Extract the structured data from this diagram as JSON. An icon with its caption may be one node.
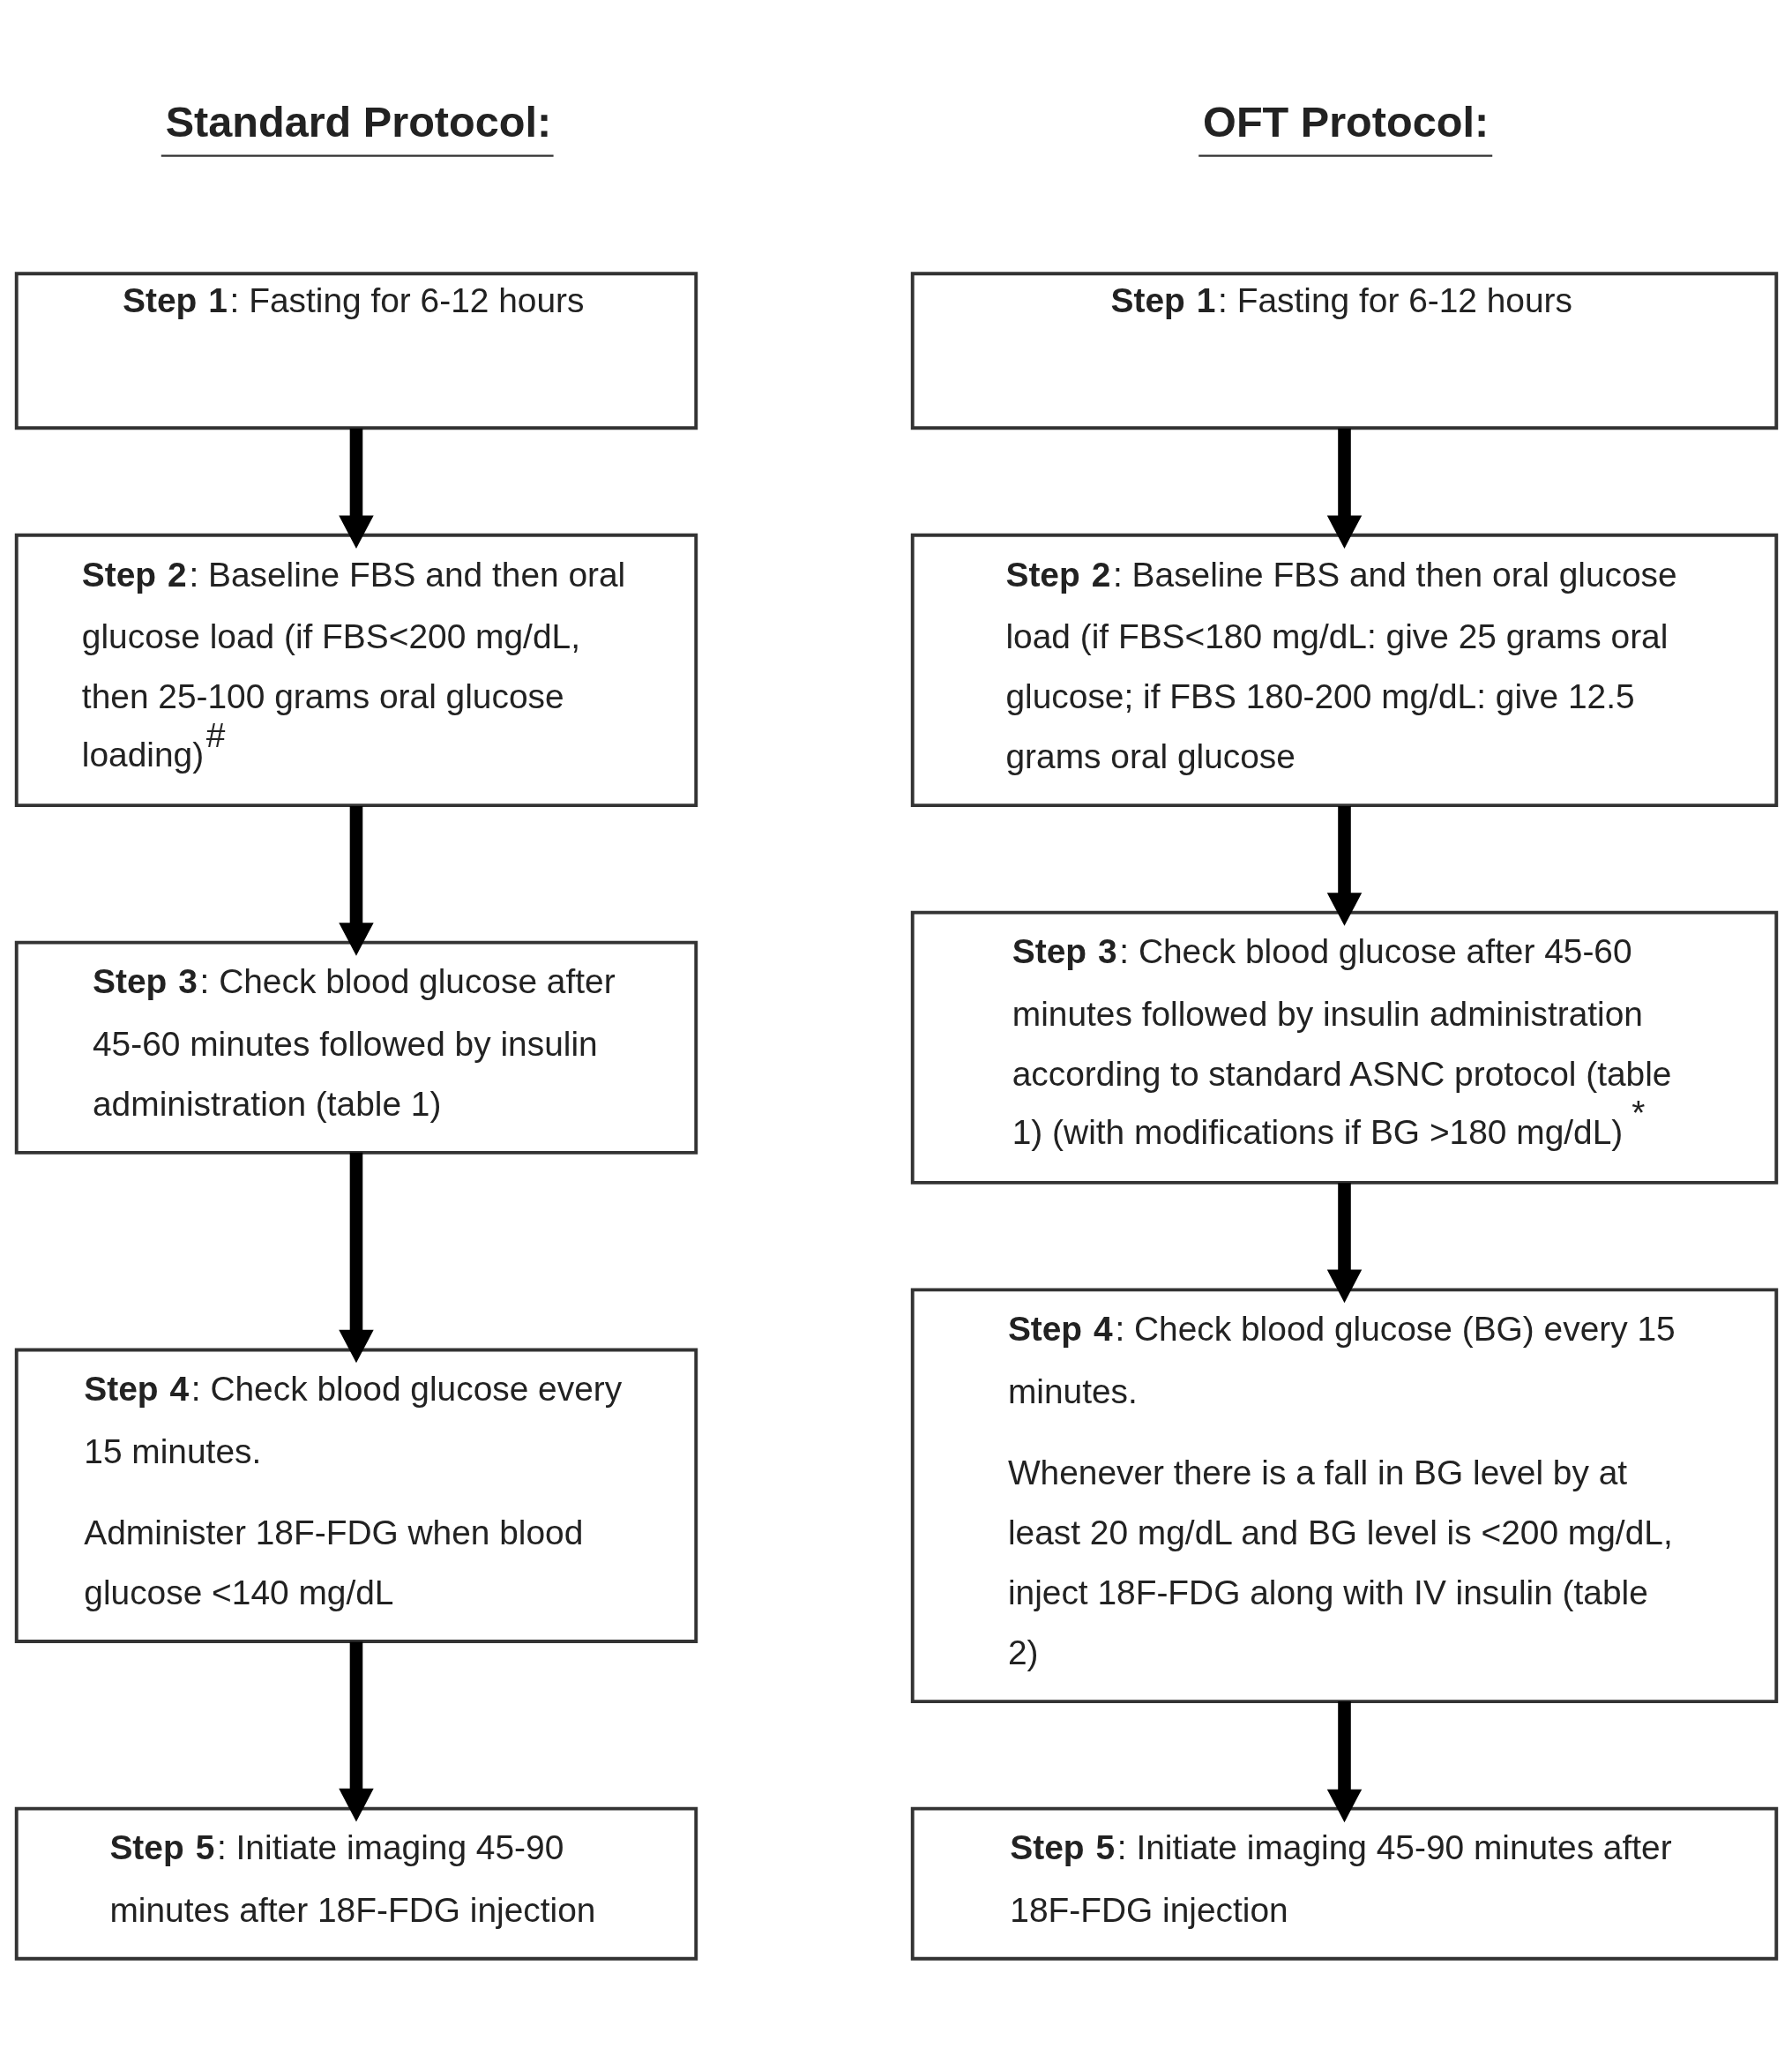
{
  "diagram": {
    "nodes": [
      {
        "text": [
          "**Step 1**: Fasting for 6-12 hours"
        ]
      },
      {
        "text": [
          "**Step 2**: Baseline FBS and then oral glucose load (if FBS<200 mg/dL, then 25-100 grams oral glucose loading)$^{#}$"
        ]
      },
      {
        "text": [
          "**Step 3**: Check blood glucose after 45-60 minutes followed by insulin administration (table 1)"
        ]
      },
      {
        "text": [
          "**Step 4**: Check blood glucose every 15 minutes.",
          "Administer 18F-FDG when blood glucose <140 mg/dL"
        ]
      },
      {
        "text": [
          "**Step 5**: Initiate imaging 45-90 minutes after 18F-FDG injection"
        ]
      },
      {
        "text": [
          "**Step 1**: Fasting for 6-12 hours"
        ]
      },
      {
        "text": [
          "**Step 2**: Baseline FBS and then oral glucose load (if FBS<180 mg/dL: give 25 grams oral glucose; if FBS 180-200 mg/dL: give 12.5 grams oral glucose"
        ]
      },
      {
        "text": [
          "**Step 3**: Check blood glucose after 45-60 minutes followed by insulin administration according to standard ASNC protocol (table 1) (with modifications if BG >180 mg/dL)$^{*}$"
        ]
      },
      {
        "text": [
          "**Step 4**: Check blood glucose (BG) every 15 minutes.",
          "Whenever there is a fall in BG level by at least 20 mg/dL and BG level is <200 mg/dL, inject 18F-FDG along with IV insulin (table 2)"
        ]
      },
      {
        "text": [
          "**Step 5**: Initiate imaging 45-90 minutes after 18F-FDG injection"
        ]
      }
    ],
    "edges": [
      {
        "from": 0,
        "to": 1,
        "arrow": "to"
      },
      {
        "from": 1,
        "to": 2,
        "arrow": "to"
      },
      {
        "from": 2,
        "to": 3,
        "arrow": "to"
      },
      {
        "from": 3,
        "to": 4,
        "arrow": "to"
      },
      {
        "from": 5,
        "to": 6,
        "arrow": "to"
      },
      {
        "from": 6,
        "to": 7,
        "arrow": "to"
      },
      {
        "from": 7,
        "to": 8,
        "arrow": "to"
      },
      {
        "from": 8,
        "to": 9,
        "arrow": "to"
      }
    ],
    "labels": [
      "Standard Protocol:",
      "OFT Protocol:"
    ]
  }
}
